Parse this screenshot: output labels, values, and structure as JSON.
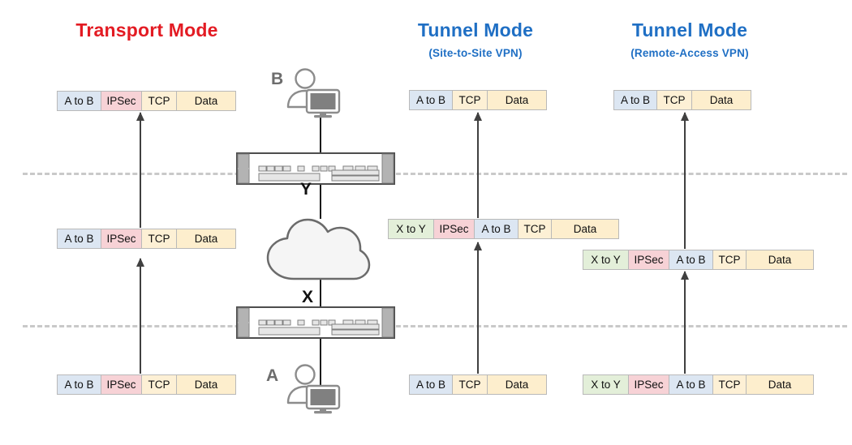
{
  "diagram": {
    "title_transport": "Transport Mode",
    "title_tunnel_s2s": "Tunnel Mode",
    "subtitle_tunnel_s2s": "(Site-to-Site VPN)",
    "title_tunnel_ra": "Tunnel Mode",
    "subtitle_tunnel_ra": "(Remote-Access VPN)",
    "colors": {
      "transport_title": "#e31b23",
      "tunnel_title": "#1f6fc4",
      "inner_ip": "#dce6f2",
      "ipsec": "#f7d2d6",
      "tcp": "#fdf0d5",
      "data": "#fdeecd",
      "outer_ip": "#e3efd9",
      "boundary_line": "#c9c9c9",
      "arrow": "#404040",
      "device_gray": "#808080"
    },
    "labels": {
      "host_a": "A",
      "host_b": "B",
      "gateway_x": "X",
      "gateway_y": "Y"
    },
    "segment_text": {
      "inner_ip": "A to B",
      "outer_ip": "X to Y",
      "ipsec": "IPSec",
      "tcp": "TCP",
      "data": "Data"
    },
    "icons": {
      "cloud": "cloud-icon",
      "router_top": "router-icon",
      "router_bottom": "router-icon",
      "host_top": "user-computer-icon",
      "host_bottom": "user-computer-icon"
    },
    "packets": {
      "transport_top": [
        "A to B",
        "IPSec",
        "TCP",
        "Data"
      ],
      "transport_middle": [
        "A to B",
        "IPSec",
        "TCP",
        "Data"
      ],
      "transport_bottom": [
        "A to B",
        "IPSec",
        "TCP",
        "Data"
      ],
      "s2s_top": [
        "A to B",
        "TCP",
        "Data"
      ],
      "s2s_middle": [
        "X to Y",
        "IPSec",
        "A to B",
        "TCP",
        "Data"
      ],
      "s2s_bottom": [
        "A to B",
        "TCP",
        "Data"
      ],
      "ra_top": [
        "A to B",
        "TCP",
        "Data"
      ],
      "ra_middle": [
        "X to Y",
        "IPSec",
        "A to B",
        "TCP",
        "Data"
      ],
      "ra_bottom": [
        "X to Y",
        "IPSec",
        "A to B",
        "TCP",
        "Data"
      ]
    }
  }
}
